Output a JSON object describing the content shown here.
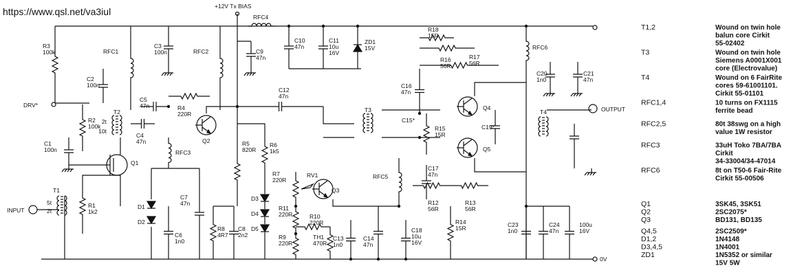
{
  "url": "https://www.qsl.net/va3iul",
  "supply_label": "+12V Tx BIAS",
  "terminals": {
    "drv": "DRV*",
    "input": "INPUT",
    "output": "OUTPUT",
    "zero": "0V"
  },
  "components": {
    "R1": [
      "R1",
      "1k2"
    ],
    "R2": [
      "R2",
      "100k"
    ],
    "R3": [
      "R3",
      "100k"
    ],
    "R4": [
      "R4",
      "220R"
    ],
    "R5": [
      "R5",
      "820R"
    ],
    "R6": [
      "R6",
      "1k5"
    ],
    "R7": [
      "R7",
      "220R"
    ],
    "R8": [
      "R8",
      "4R7"
    ],
    "R9": [
      "R9",
      "220R"
    ],
    "R10": [
      "R10",
      "220R"
    ],
    "R11": [
      "R11",
      "220R"
    ],
    "R12": [
      "R12",
      "56R"
    ],
    "R13": [
      "R13",
      "56R"
    ],
    "R14": [
      "R14",
      "15R"
    ],
    "R15": [
      "R15",
      "15R"
    ],
    "R16": [
      "R16",
      "56R"
    ],
    "R17": [
      "R17",
      "56R"
    ],
    "R18": [
      "R18",
      "15R"
    ],
    "C1": [
      "C1",
      "100n"
    ],
    "C2": [
      "C2",
      "100n"
    ],
    "C3": [
      "C3",
      "100n"
    ],
    "C4": [
      "C4",
      "47n"
    ],
    "C5": [
      "C5",
      "47n"
    ],
    "C6": [
      "C6",
      "1n0"
    ],
    "C7": [
      "C7",
      "47n"
    ],
    "C8": [
      "C8",
      "2n2"
    ],
    "C9": [
      "C9",
      "47n"
    ],
    "C10": [
      "C10",
      "47n"
    ],
    "C11": [
      "C11",
      "10u",
      "16V"
    ],
    "C12": [
      "C12",
      "47n"
    ],
    "C13": [
      "C13",
      "1n0"
    ],
    "C14": [
      "C14",
      "47n"
    ],
    "C15": [
      "C15*"
    ],
    "C16": [
      "C16",
      "47n"
    ],
    "C17": [
      "C17",
      "47n"
    ],
    "C18": [
      "C18",
      "10u",
      "16V"
    ],
    "C19": [
      "C19*"
    ],
    "C20": [
      "C20",
      "1n0"
    ],
    "C21": [
      "C21",
      "47n"
    ],
    "C23": [
      "C23",
      "1n0"
    ],
    "C24": [
      "C24",
      "47n"
    ],
    "C25": [
      "100u",
      "16V"
    ],
    "RFC1": "RFC1",
    "RFC2": "RFC2",
    "RFC3": "RFC3",
    "RFC4": "RFC4",
    "RFC5": "RFC5",
    "RFC6": "RFC6",
    "ZD1": [
      "ZD1",
      "15V"
    ],
    "RV1": "RV1",
    "TH1": [
      "TH1",
      "470R"
    ],
    "D1": "D1",
    "D2": "D2",
    "D3": "D3",
    "D4": "D4",
    "D5": "D5",
    "Q1": "Q1",
    "Q2": "Q2",
    "Q3": "Q3",
    "Q4": "Q4",
    "Q5": "Q5",
    "T1": "T1",
    "T2": "T2",
    "T3": "T3",
    "T4": "T4",
    "T1_turns": [
      "5t",
      "2t"
    ],
    "T2_turns": [
      "2t",
      "10t"
    ]
  },
  "legend": [
    {
      "ref": "T1,2",
      "desc": [
        "Wound on twin hole",
        "balun core Cirkit",
        "55-02402"
      ]
    },
    {
      "ref": "T3",
      "desc": [
        "Wound on twin hole",
        "Siemens A0001X001",
        "core (Electrovalue)"
      ]
    },
    {
      "ref": "T4",
      "desc": [
        "Wound on 6 FairRite",
        "cores 59-61001101.",
        "Cirkit 55-01101"
      ]
    },
    {
      "ref": "RFC1,4",
      "desc": [
        "10 turns on FX1115",
        "ferrite bead"
      ]
    },
    {
      "ref": "RFC2,5",
      "desc": [
        "80t 38swg on a high",
        "value 1W resistor"
      ]
    },
    {
      "ref": "RFC3",
      "desc": [
        "33uH Toko 7BA/7BA",
        "Cirkit",
        "34-33004/34-47014"
      ]
    },
    {
      "ref": "RFC6",
      "desc": [
        "8t on T50-6 Fair-Rite",
        "Cirkit 55-00506"
      ]
    }
  ],
  "parts": [
    {
      "ref": "Q1",
      "desc": [
        "3SK45, 3SK51"
      ]
    },
    {
      "ref": "Q2",
      "desc": [
        "2SC2075*"
      ]
    },
    {
      "ref": "Q3",
      "desc": [
        "BD131, BD135"
      ]
    },
    {
      "ref": "Q4,5",
      "desc": [
        "2SC2509*"
      ]
    },
    {
      "ref": "D1,2",
      "desc": [
        "1N4148"
      ]
    },
    {
      "ref": "D3,4,5",
      "desc": [
        "1N4001"
      ]
    },
    {
      "ref": "ZD1",
      "desc": [
        "1N5352 or similar",
        "15V 5W"
      ]
    }
  ]
}
